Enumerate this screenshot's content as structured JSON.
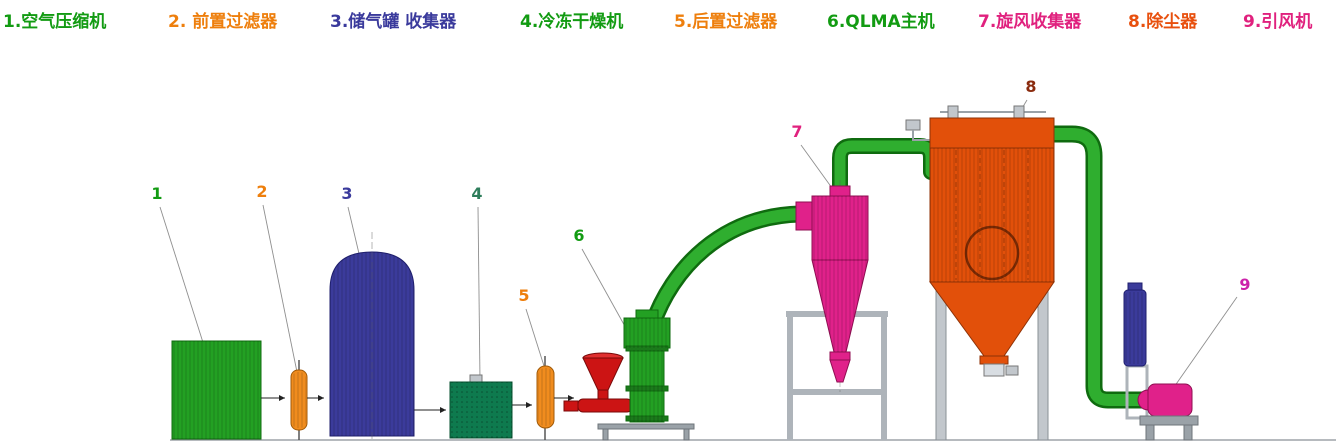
{
  "legend": {
    "items": [
      {
        "text": "1.空气压缩机",
        "color": "#129b12"
      },
      {
        "text": "2. 前置过滤器",
        "color": "#ee7f0d"
      },
      {
        "text": "3.储气罐 收集器",
        "color": "#3a3a9c"
      },
      {
        "text": "4.冷冻干燥机",
        "color": "#129b12"
      },
      {
        "text": "5.后置过滤器",
        "color": "#ee7f0d"
      },
      {
        "text": "6.QLMA主机",
        "color": "#129b12"
      },
      {
        "text": "7.旋风收集器",
        "color": "#e0217e"
      },
      {
        "text": "8.除尘器",
        "color": "#e8500e"
      },
      {
        "text": "9.引风机",
        "color": "#e0217e"
      }
    ]
  },
  "callouts": [
    {
      "num": "1",
      "color": "#129b12"
    },
    {
      "num": "2",
      "color": "#ee7f0d"
    },
    {
      "num": "3",
      "color": "#3a3a9c"
    },
    {
      "num": "4",
      "color": "#2e7d5b"
    },
    {
      "num": "5",
      "color": "#ee7f0d"
    },
    {
      "num": "6",
      "color": "#129b12"
    },
    {
      "num": "7",
      "color": "#e0217e"
    },
    {
      "num": "8",
      "color": "#8a2b0e"
    },
    {
      "num": "9",
      "color": "#cc22aa"
    }
  ],
  "colors": {
    "pipe_outline": "#0f6b0f",
    "pipe_fill": "#2fae2f",
    "compressor_green": "#23a023",
    "filter_orange": "#f08c1e",
    "tank_blue": "#3b3b9b",
    "dryer_teal": "#0e7a4e",
    "mill_green": "#23a023",
    "hopper_red": "#cc1414",
    "cyclone_magenta": "#e0218a",
    "collector_orange_red": "#e2500a",
    "fan_magenta": "#e0218a",
    "silencer_blue": "#3b3b9b"
  }
}
